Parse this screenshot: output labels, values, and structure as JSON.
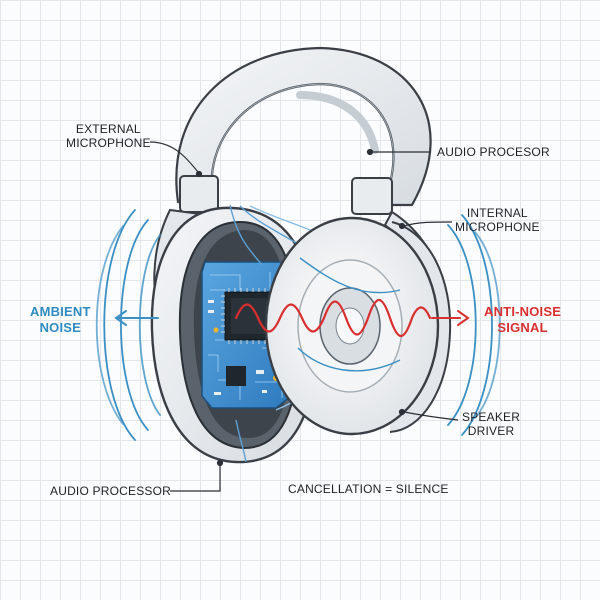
{
  "labels": {
    "external_microphone": [
      "EXTERNAL",
      "MICROPHONE"
    ],
    "audio_processor_top": "AUDIO PROCESOR",
    "internal_microphone": [
      "INTERNAL",
      "MICROPHONE"
    ],
    "ambient_noise": [
      "AMBIENT",
      "NOISE"
    ],
    "anti_noise_signal": [
      "ANTI-NOISE",
      "SIGNAL"
    ],
    "speaker_driver": [
      "SPEAKER",
      "DRIVER"
    ],
    "audio_processor_bottom": "AUDIO PROCESSOR",
    "cancellation": "CANCELLATION = SILENCE"
  },
  "colors": {
    "ambient_wave": "#3a90c4",
    "anti_noise_wave": "#d92f2f",
    "circuit_board": "#3f8fd0",
    "headphone_shell": "#eceff2",
    "outline": "#3a3f45"
  }
}
